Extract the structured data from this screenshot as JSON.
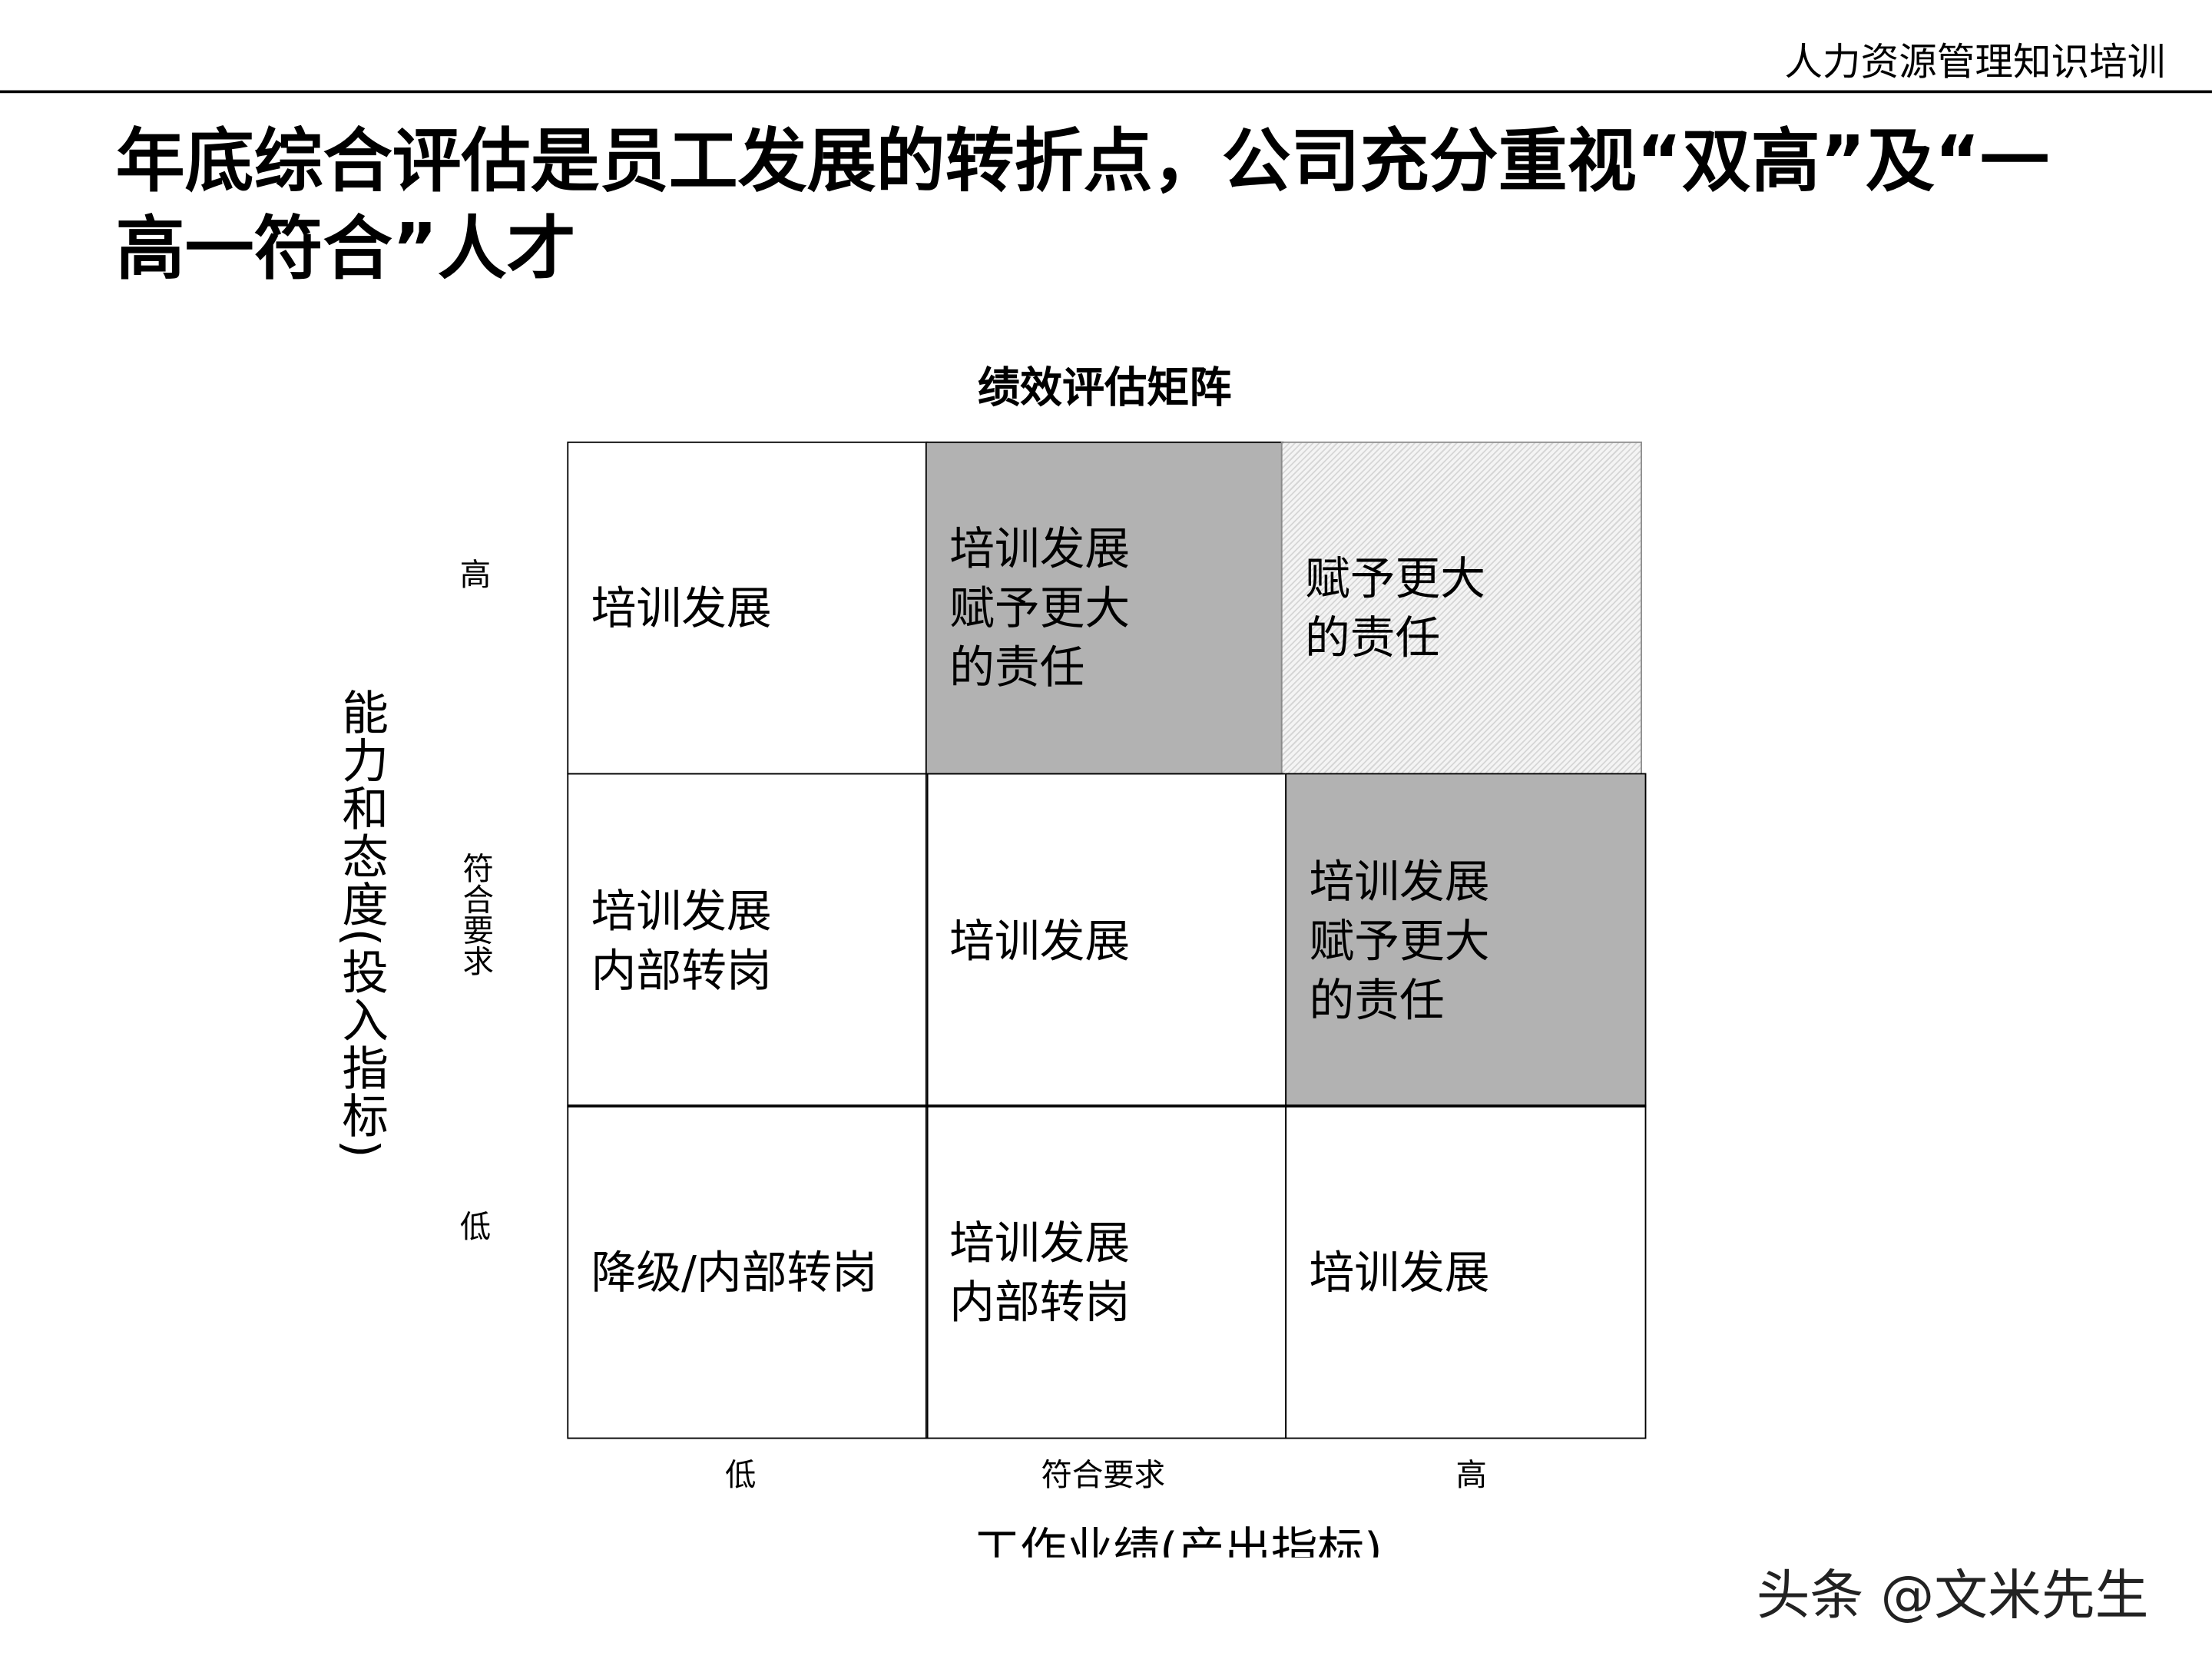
{
  "header": {
    "text": "人力资源管理知识培训"
  },
  "title": "年底综合评估是员工发展的转折点，公司充分重视“双高”及“一高一符合”人才",
  "matrix": {
    "title": "绩效评估矩阵",
    "y_axis_title": "能力和态度(投入指标)",
    "x_axis_title": "工作业绩(产出指标)",
    "y_levels": [
      "高",
      "符合要求",
      "低"
    ],
    "x_levels": [
      "低",
      "符合要求",
      "高"
    ],
    "cells": [
      [
        "培训发展",
        "培训发展\n赋予更大\n的责任",
        "赋予更大\n的责任"
      ],
      [
        "培训发展\n内部转岗",
        "培训发展",
        "培训发展\n赋予更大\n的责任"
      ],
      [
        "降级/内部转岗",
        "培训发展\n内部转岗",
        "培训发展"
      ]
    ],
    "colors": {
      "gray": "#b2b2b2",
      "hatch": "#e6e6e6",
      "line": "#000000"
    }
  },
  "watermark": "头条 @文米先生"
}
